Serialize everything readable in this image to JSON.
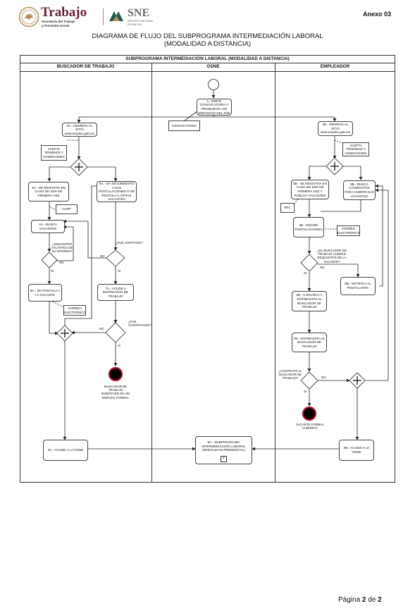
{
  "header": {
    "logo_main": "Trabajo",
    "logo_sub1": "Secretaría del Trabajo",
    "logo_sub2": "y Previsión Social",
    "sne_logo": "SNE",
    "sne_sub1": "SERVICIO NACIONAL",
    "sne_sub2": "DE EMPLEO",
    "annex": "Anexo 03"
  },
  "title": {
    "line1": "DIAGRAMA DE FLUJO DEL SUBPROGRAMA INTERMEDIACIÓN LABORAL",
    "line2": "(MODALIDAD A DISTANCIA)"
  },
  "pool": {
    "title": "SUBPROGRAMA INTERMEDIACIÓN LABORAL (MODALIDAD A DISTANCIA)",
    "lanes": [
      "BUSCADOR DE TRABAJO",
      "OSNE",
      "EMPLEADOR"
    ]
  },
  "nodes": {
    "n1": "1.- EMITE CONVOCATORIA Y PROMUEVE LOS SERVICIOS DEL SNE",
    "convocatoria": "CONVOCATORIA",
    "n2a": "2A.- INGRESA AL SITIO www.empleo.gob.mx",
    "acepta_a": "ACEPTA TÉRMINOS Y CONDICIONES",
    "n2b": "2B.- INGRESA AL SITIO www.empleo.gob.mx",
    "acepta_b": "ACEPTA TÉRMINOS Y CONDICIONES",
    "n3a": "3A.- SE REGISTRA EN CASO DE SER DE PRIMERA VEZ",
    "curp": "CURP",
    "n6a": "6A.- DA SEGUIMIENTO A SUS POSTULACIONES O SE POSTULA A OTRAS VACANTES",
    "n4a": "4A.- BUSCA VACANTES",
    "q_encontro": "¿ENCONTRÓ VACANTES DE SU INTERÉS?",
    "no1": "NO",
    "si1": "SI",
    "n5a": "5A.- SE POSTULA A LA VACANTE",
    "correo_a": "CORREO ELECTRÓNICO",
    "q_aceptado": "¿FUE ACEPTADO?",
    "no2": "NO",
    "si2": "SI",
    "n7a": "7A.- ACUDE A ENTREVISTA DE TRABAJO",
    "q_contratado": "¿FUE CONTRATADO?",
    "no3": "NO",
    "si3": "SI",
    "end_a": "BUSCADOR DE TRABAJO INSERTADO EN UN EMPLEO FORMAL",
    "n3b": "3B.- SE REGISTRA EN CASO DE SER DE PRIMERA VEZ Y PUBLICA VACANTES",
    "rfc": "RFC",
    "n8b": "8B.- BUSCA CANDIDATOS PARA CUBRIR SUS VACANTES",
    "n4b": "4B.- RECIBE POSTULACIONES",
    "correo_b": "CORREO ELECTRÓNICO",
    "q_cumple": "¿EL BUSCADOR DE TRABAJO CUMPLE REQUISITOS DE LA VACANTE?",
    "no4": "NO",
    "si4": "SI",
    "n5b": "5B.- NOTIFICA AL POSTULANTE",
    "n6b": "6B.- CONVOCA A ENTREVISTA AL BUSCADOR DE TRABAJO",
    "n7b": "7B.- ENTREVISTA AL BUSCADOR DE TRABAJO",
    "q_contrato": "¿CONTRATÓ AL BUSCADOR DE TRABAJO?",
    "no5": "NO",
    "si5": "SI",
    "end_b": "VACANTE FORMAL CUBIERTA",
    "n9a": "9A.- ACUDE A LA OSNE",
    "n9b": "9B.- ACUDE A LA OSNE",
    "sub": "9A.- SUBPROGRAMA INTERMEDIACIÓN LABORAL (MODALIDAD PRESENCIAL)",
    "sub_plus": "+"
  },
  "footer": {
    "page_prefix": "Página ",
    "page_current": "2",
    "page_middle": " de ",
    "page_total": "2"
  }
}
